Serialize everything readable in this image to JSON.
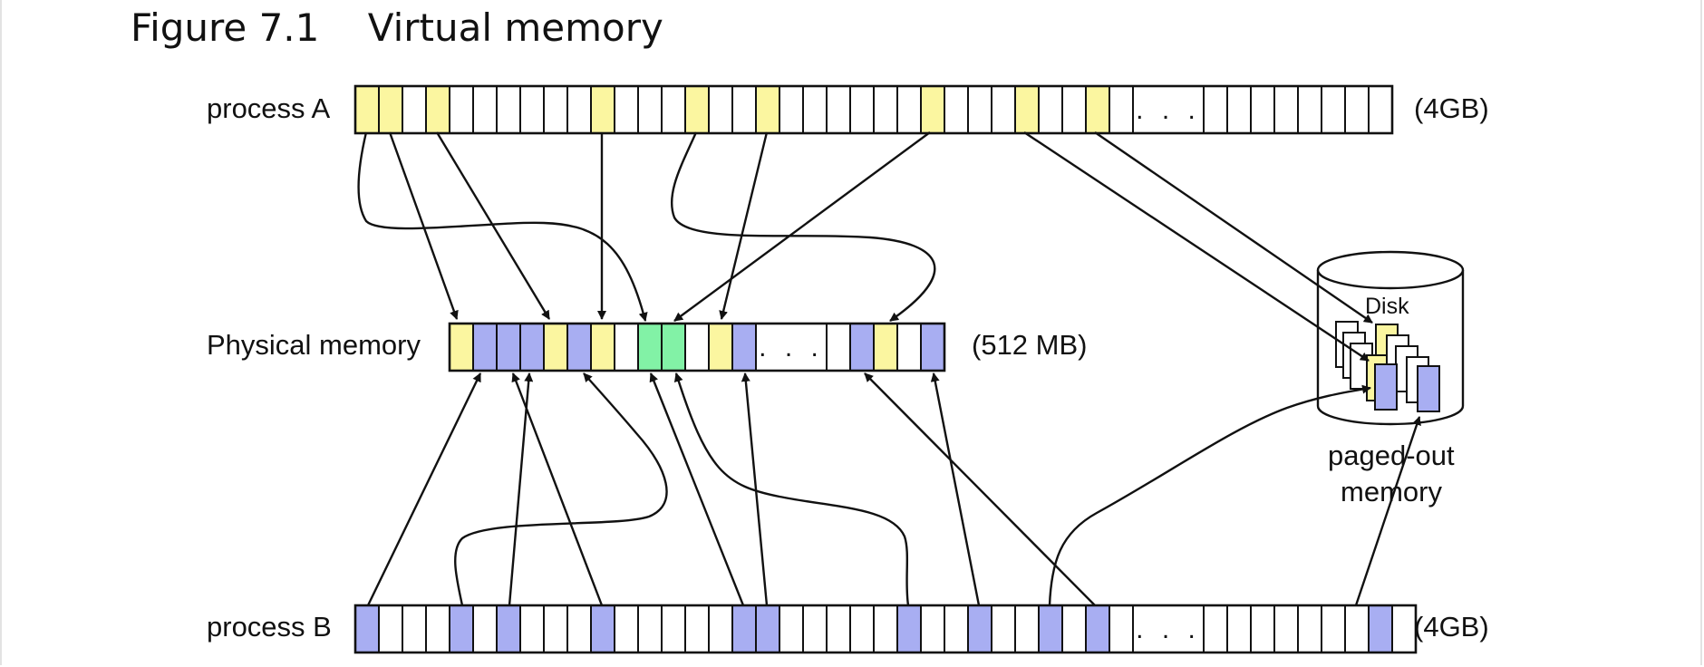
{
  "figure": {
    "title": "Figure 7.1    Virtual memory"
  },
  "colors": {
    "process_a_page": "#fbf6a0",
    "process_b_page": "#a8aef2",
    "shared_page": "#82f2a6",
    "empty_page": "#ffffff",
    "stroke": "#111111"
  },
  "process_a": {
    "label": "process A",
    "size": "(4GB)",
    "cells": [
      "A",
      "A",
      "E",
      "A",
      "E",
      "E",
      "E",
      "E",
      "E",
      "E",
      "A",
      "E",
      "E",
      "E",
      "A",
      "E",
      "E",
      "A",
      "E",
      "E",
      "E",
      "E",
      "E",
      "E",
      "A",
      "E",
      "E",
      "E",
      "A",
      "E",
      "E",
      "A",
      "E",
      "...",
      "E",
      "E",
      "E",
      "E",
      "E",
      "E",
      "E",
      "E"
    ]
  },
  "physical_memory": {
    "label": "Physical memory",
    "size": "(512 MB)",
    "cells": [
      "A",
      "B",
      "B",
      "B",
      "A",
      "B",
      "A",
      "E",
      "G",
      "G",
      "E",
      "A",
      "B",
      "...",
      "E",
      "B",
      "A",
      "E",
      "B"
    ]
  },
  "process_b": {
    "label": "process B",
    "size": "(4GB)",
    "cells": [
      "B",
      "E",
      "E",
      "E",
      "B",
      "E",
      "B",
      "E",
      "E",
      "E",
      "B",
      "E",
      "E",
      "E",
      "E",
      "E",
      "B",
      "B",
      "E",
      "E",
      "E",
      "E",
      "E",
      "B",
      "E",
      "E",
      "B",
      "E",
      "E",
      "B",
      "E",
      "B",
      "E",
      "...",
      "E",
      "E",
      "E",
      "E",
      "E",
      "E",
      "E",
      "B",
      "E"
    ]
  },
  "disk": {
    "label": "Disk",
    "caption_line1": "paged-out",
    "caption_line2": "memory"
  },
  "ellipsis": ". . ."
}
